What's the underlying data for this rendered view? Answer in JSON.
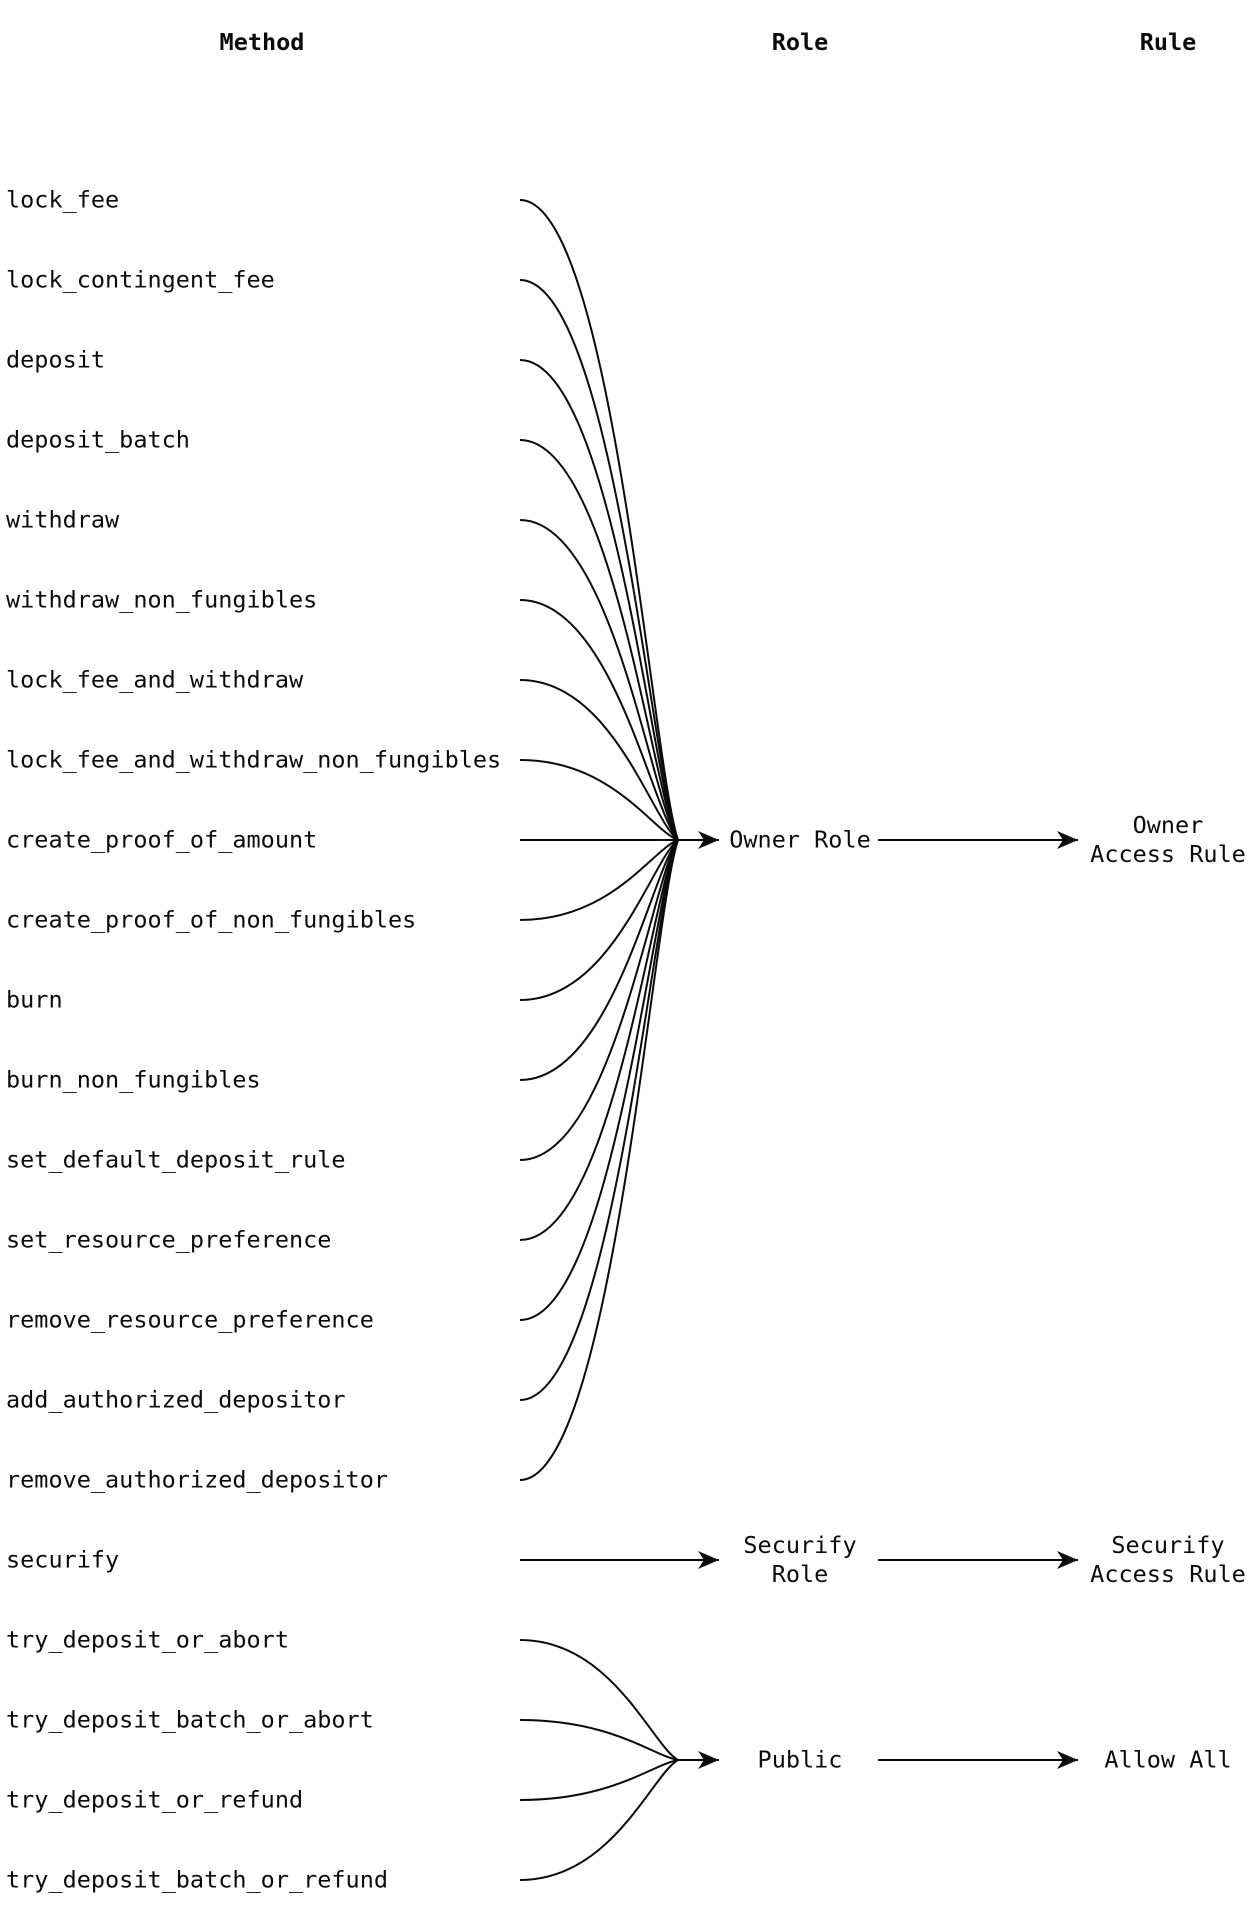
{
  "headers": {
    "method": "Method",
    "role": "Role",
    "rule": "Rule"
  },
  "methods": [
    {
      "label": "lock_fee",
      "role": "owner"
    },
    {
      "label": "lock_contingent_fee",
      "role": "owner"
    },
    {
      "label": "deposit",
      "role": "owner"
    },
    {
      "label": "deposit_batch",
      "role": "owner"
    },
    {
      "label": "withdraw",
      "role": "owner"
    },
    {
      "label": "withdraw_non_fungibles",
      "role": "owner"
    },
    {
      "label": "lock_fee_and_withdraw",
      "role": "owner"
    },
    {
      "label": "lock_fee_and_withdraw_non_fungibles",
      "role": "owner"
    },
    {
      "label": "create_proof_of_amount",
      "role": "owner"
    },
    {
      "label": "create_proof_of_non_fungibles",
      "role": "owner"
    },
    {
      "label": "burn",
      "role": "owner"
    },
    {
      "label": "burn_non_fungibles",
      "role": "owner"
    },
    {
      "label": "set_default_deposit_rule",
      "role": "owner"
    },
    {
      "label": "set_resource_preference",
      "role": "owner"
    },
    {
      "label": "remove_resource_preference",
      "role": "owner"
    },
    {
      "label": "add_authorized_depositor",
      "role": "owner"
    },
    {
      "label": "remove_authorized_depositor",
      "role": "owner"
    },
    {
      "label": "securify",
      "role": "securify"
    },
    {
      "label": "try_deposit_or_abort",
      "role": "public"
    },
    {
      "label": "try_deposit_batch_or_abort",
      "role": "public"
    },
    {
      "label": "try_deposit_or_refund",
      "role": "public"
    },
    {
      "label": "try_deposit_batch_or_refund",
      "role": "public"
    }
  ],
  "roles": [
    {
      "id": "owner",
      "label_lines": [
        "Owner Role"
      ],
      "rule_lines": [
        "Owner",
        "Access Rule"
      ]
    },
    {
      "id": "securify",
      "label_lines": [
        "Securify",
        "Role"
      ],
      "rule_lines": [
        "Securify",
        "Access Rule"
      ]
    },
    {
      "id": "public",
      "label_lines": [
        "Public"
      ],
      "rule_lines": [
        "Allow All"
      ]
    }
  ],
  "colors": {
    "ink": "#0b0b0b",
    "background": "#ffffff"
  }
}
